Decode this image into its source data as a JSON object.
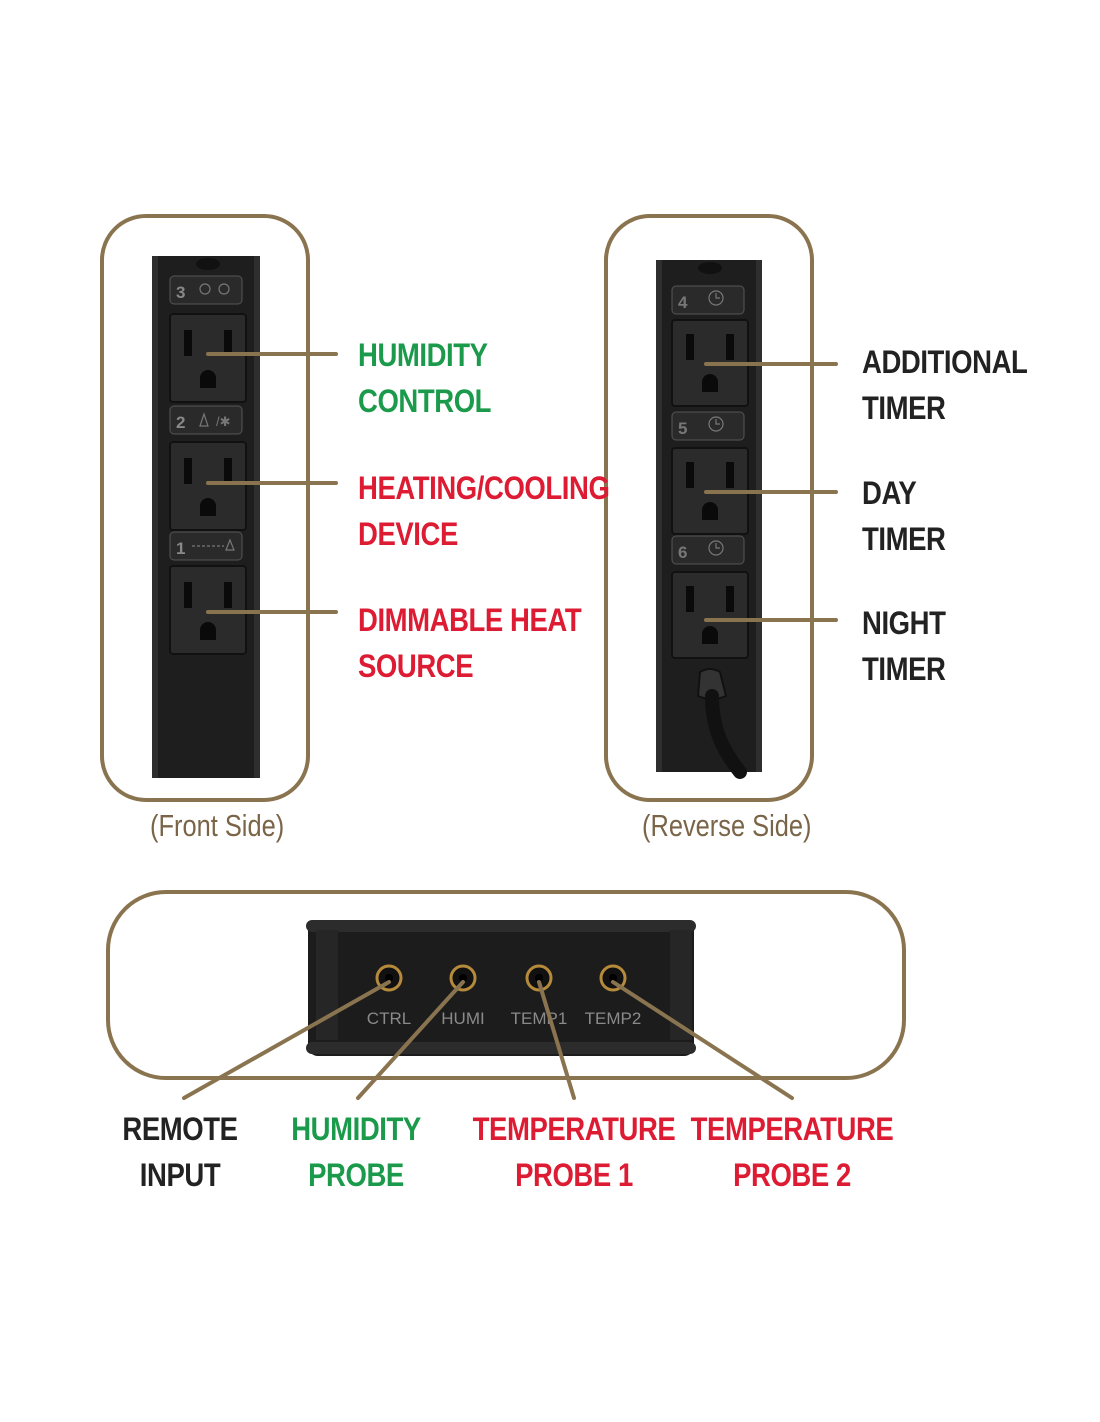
{
  "colors": {
    "frame": "#8a7450",
    "leader_line": "#8a7450",
    "device_body": "#1e1e1e",
    "humidity_green": "#1a9a4a",
    "heat_red": "#dd1c34",
    "timer_dark": "#222222"
  },
  "front": {
    "caption": "(Front Side)",
    "outlets": [
      {
        "number": "3",
        "icon": "humidity-icon",
        "label_lines": [
          "HUMIDITY",
          "CONTROL"
        ],
        "color": "green"
      },
      {
        "number": "2",
        "icon": "heat-cool-icon",
        "label_lines": [
          "HEATING/COOLING",
          "DEVICE"
        ],
        "color": "red"
      },
      {
        "number": "1",
        "icon": "dimming-heat-icon",
        "label_lines": [
          "DIMMABLE HEAT",
          "SOURCE"
        ],
        "color": "red"
      }
    ]
  },
  "reverse": {
    "caption": "(Reverse Side)",
    "outlets": [
      {
        "number": "4",
        "icon": "clock-icon",
        "label_lines": [
          "ADDITIONAL",
          "TIMER"
        ],
        "color": "dark"
      },
      {
        "number": "5",
        "icon": "sun-clock-icon",
        "label_lines": [
          "DAY",
          "TIMER"
        ],
        "color": "dark"
      },
      {
        "number": "6",
        "icon": "moon-clock-icon",
        "label_lines": [
          "NIGHT",
          "TIMER"
        ],
        "color": "dark"
      }
    ]
  },
  "ports": {
    "jacks": [
      "CTRL",
      "HUMI",
      "TEMP1",
      "TEMP2"
    ],
    "labels": [
      {
        "lines": [
          "REMOTE",
          "INPUT"
        ],
        "color": "dark"
      },
      {
        "lines": [
          "HUMIDITY",
          "PROBE"
        ],
        "color": "green"
      },
      {
        "lines": [
          "TEMPERATURE",
          "PROBE 1"
        ],
        "color": "red"
      },
      {
        "lines": [
          "TEMPERATURE",
          "PROBE 2"
        ],
        "color": "red"
      }
    ]
  }
}
